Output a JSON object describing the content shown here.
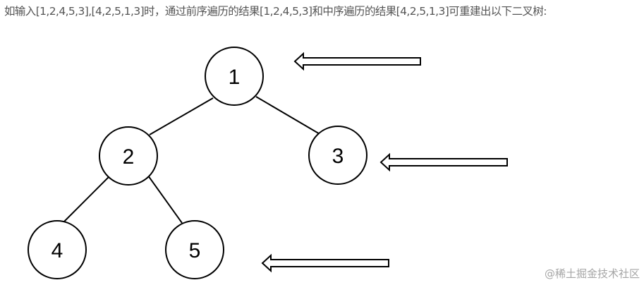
{
  "caption": "如输入[1,2,4,5,3],[4,2,5,1,3]时，通过前序遍历的结果[1,2,4,5,3]和中序遍历的结果[4,2,5,1,3]可重建出以下二叉树:",
  "tree": {
    "nodes": [
      {
        "id": "1",
        "label": "1"
      },
      {
        "id": "2",
        "label": "2"
      },
      {
        "id": "3",
        "label": "3"
      },
      {
        "id": "4",
        "label": "4"
      },
      {
        "id": "5",
        "label": "5"
      }
    ],
    "edges": [
      {
        "from": "1",
        "to": "2"
      },
      {
        "from": "1",
        "to": "3"
      },
      {
        "from": "2",
        "to": "4"
      },
      {
        "from": "2",
        "to": "5"
      }
    ]
  },
  "watermark": "@稀土掘金技术社区",
  "colors": {
    "stroke": "#000000",
    "caption_text": "#555555",
    "watermark_text": "#a5a5a5"
  }
}
